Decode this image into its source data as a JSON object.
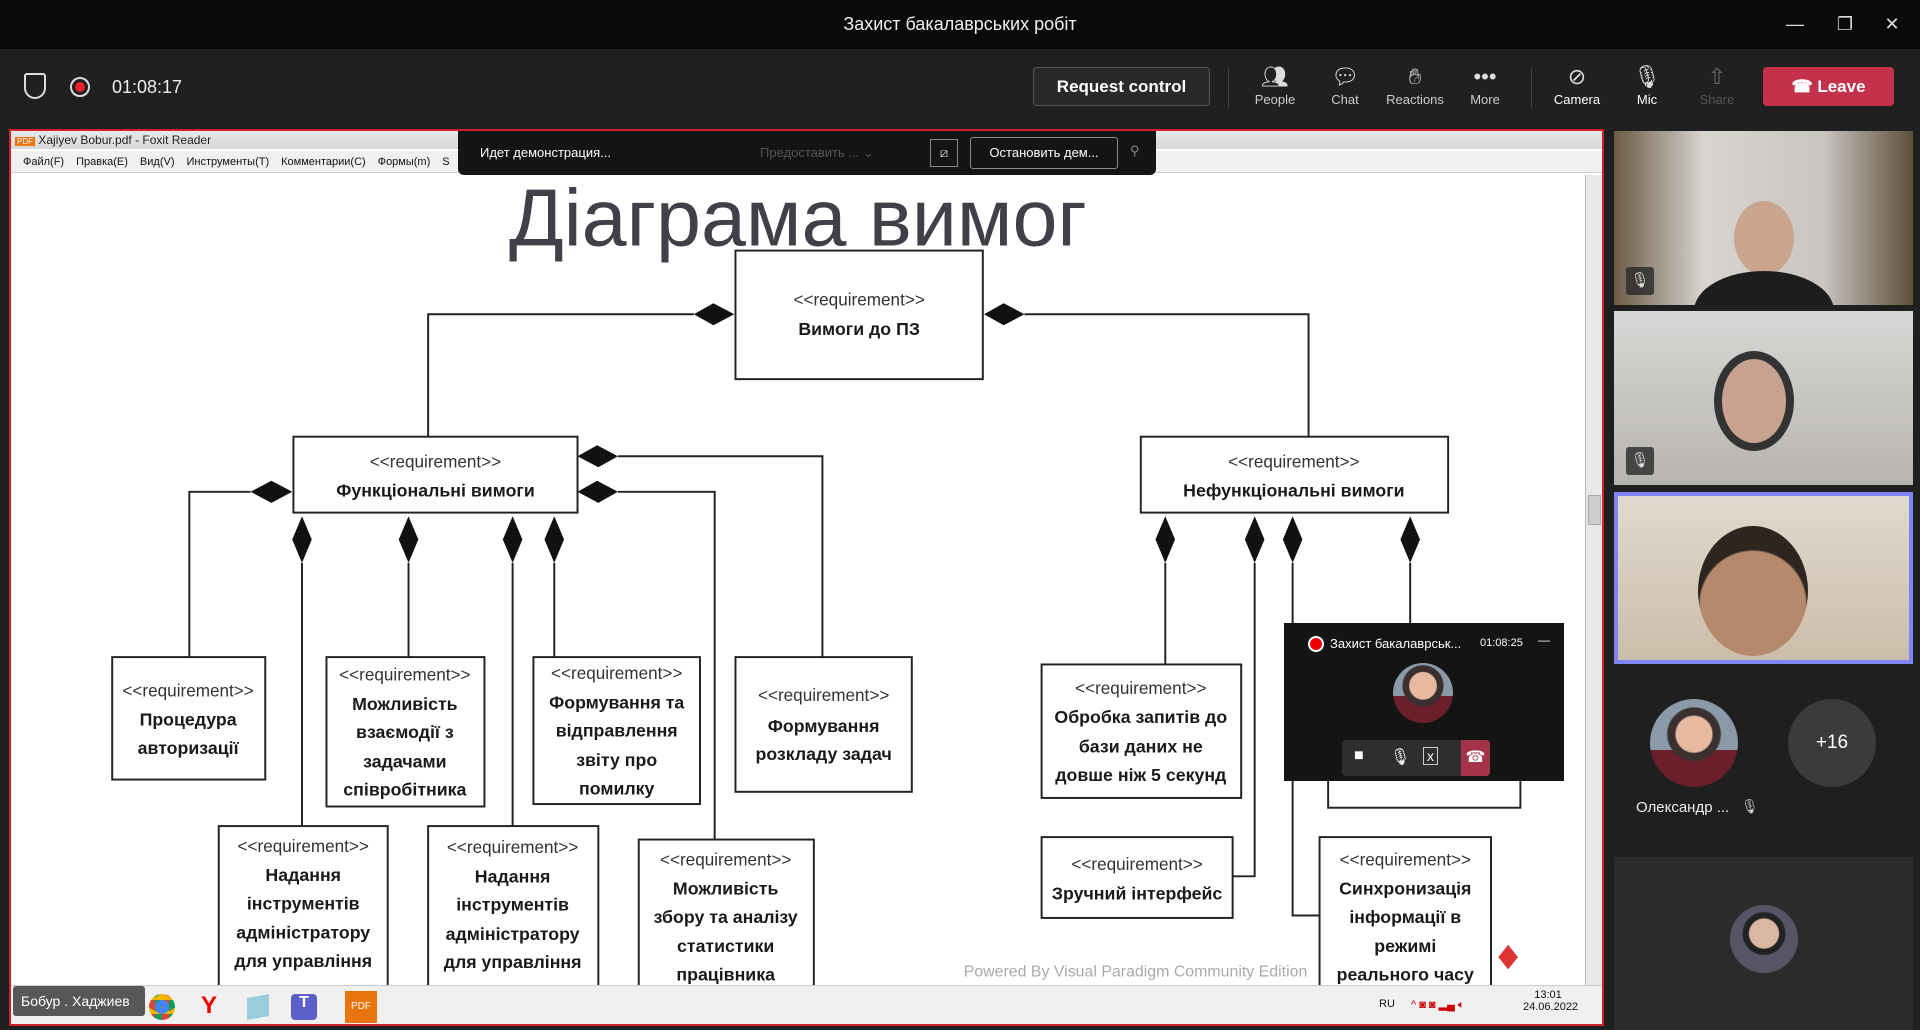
{
  "window": {
    "title": "Захист бакалаврських робіт",
    "minimize": "—",
    "restore": "❐",
    "close": "✕"
  },
  "toolbar": {
    "timer": "01:08:17",
    "request_control": "Request control",
    "items": [
      {
        "label": "People"
      },
      {
        "label": "Chat"
      },
      {
        "label": "Reactions"
      },
      {
        "label": "More"
      },
      {
        "label": "Camera"
      },
      {
        "label": "Mic"
      },
      {
        "label": "Share"
      }
    ],
    "leave": "Leave"
  },
  "foxit": {
    "title": "Xajiyev Bobur.pdf - Foxit Reader",
    "menu": [
      "Файл(F)",
      "Правка(E)",
      "Вид(V)",
      "Инструменты(T)",
      "Комментарии(C)",
      "Формы(m)",
      "S"
    ]
  },
  "sharebar": {
    "status": "Идет демонстрация...",
    "give_control": "Предоставить ...",
    "stop": "Остановить дем..."
  },
  "diagram": {
    "title": "Діаграма вимог",
    "stereotype": "<<requirement>>",
    "root": "Вимоги до ПЗ",
    "functional": "Функціональні вимоги",
    "nonfunctional": "Нефункціональні вимоги",
    "boxes": {
      "auth": [
        "Процедура",
        "авторизації"
      ],
      "interact": [
        "Можливість",
        "взаємодії з",
        "задачами",
        "співробітника"
      ],
      "report": [
        "Формування та",
        "відправлення",
        "звіту про",
        "помилку"
      ],
      "schedule": [
        "Формування",
        "розкладу задач"
      ],
      "admin1": [
        "Надання",
        "інструментів",
        "адміністратору",
        "для управління"
      ],
      "admin2": [
        "Надання",
        "інструментів",
        "адміністратору",
        "для управління"
      ],
      "stats": [
        "Можливість",
        "збору та аналізу",
        "статистики",
        "працівника"
      ],
      "db": [
        "Обробка запитів до",
        "бази даних не",
        "довше ніж 5 секунд"
      ],
      "ui": [
        "Зручний інтерфейс"
      ],
      "sync": [
        "Синхронизація",
        "інформації в",
        "режимі",
        "реального часу"
      ]
    },
    "watermark": "Powered By Visual Paradigm Community Edition"
  },
  "taskbar": {
    "presenter": "Бобур . Хаджиев",
    "lang": "RU",
    "time": "13:01",
    "date": "24.06.2022"
  },
  "mini_window": {
    "title": "Захист бакалаврськ...",
    "timer": "01:08:25",
    "minimize": "—"
  },
  "participants": {
    "name": "Олександр ...",
    "more_count": "+16"
  },
  "colors": {
    "leave": "#c4314b",
    "active_border": "#7f85f5",
    "share_border": "#d0202a"
  }
}
